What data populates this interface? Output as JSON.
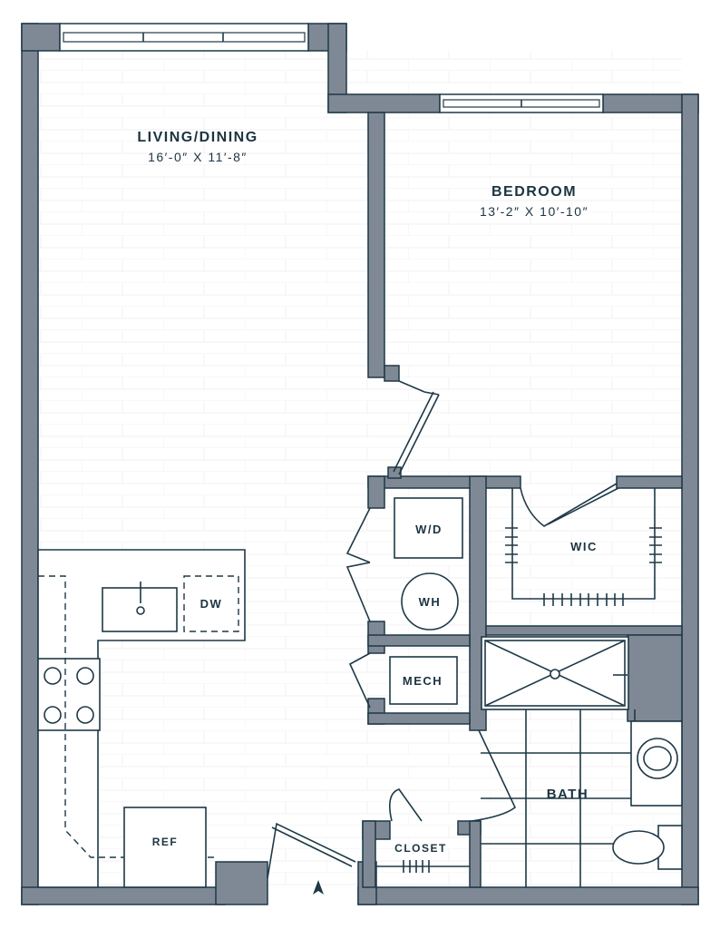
{
  "rooms": {
    "living": {
      "name": "LIVING/DINING",
      "dims": "16′-0″ X 11′-8″"
    },
    "bedroom": {
      "name": "BEDROOM",
      "dims": "13′-2″ X 10′-10″"
    },
    "wic": {
      "name": "WIC"
    },
    "bath": {
      "name": "BATH"
    },
    "closet": {
      "name": "CLOSET"
    }
  },
  "fixtures": {
    "washer_dryer": "W/D",
    "water_heater": "WH",
    "mech": "MECH",
    "dishwasher": "DW",
    "refrigerator": "REF"
  },
  "colors": {
    "wall": "#7f8995",
    "line": "#1e3947",
    "text": "#1c3441"
  }
}
